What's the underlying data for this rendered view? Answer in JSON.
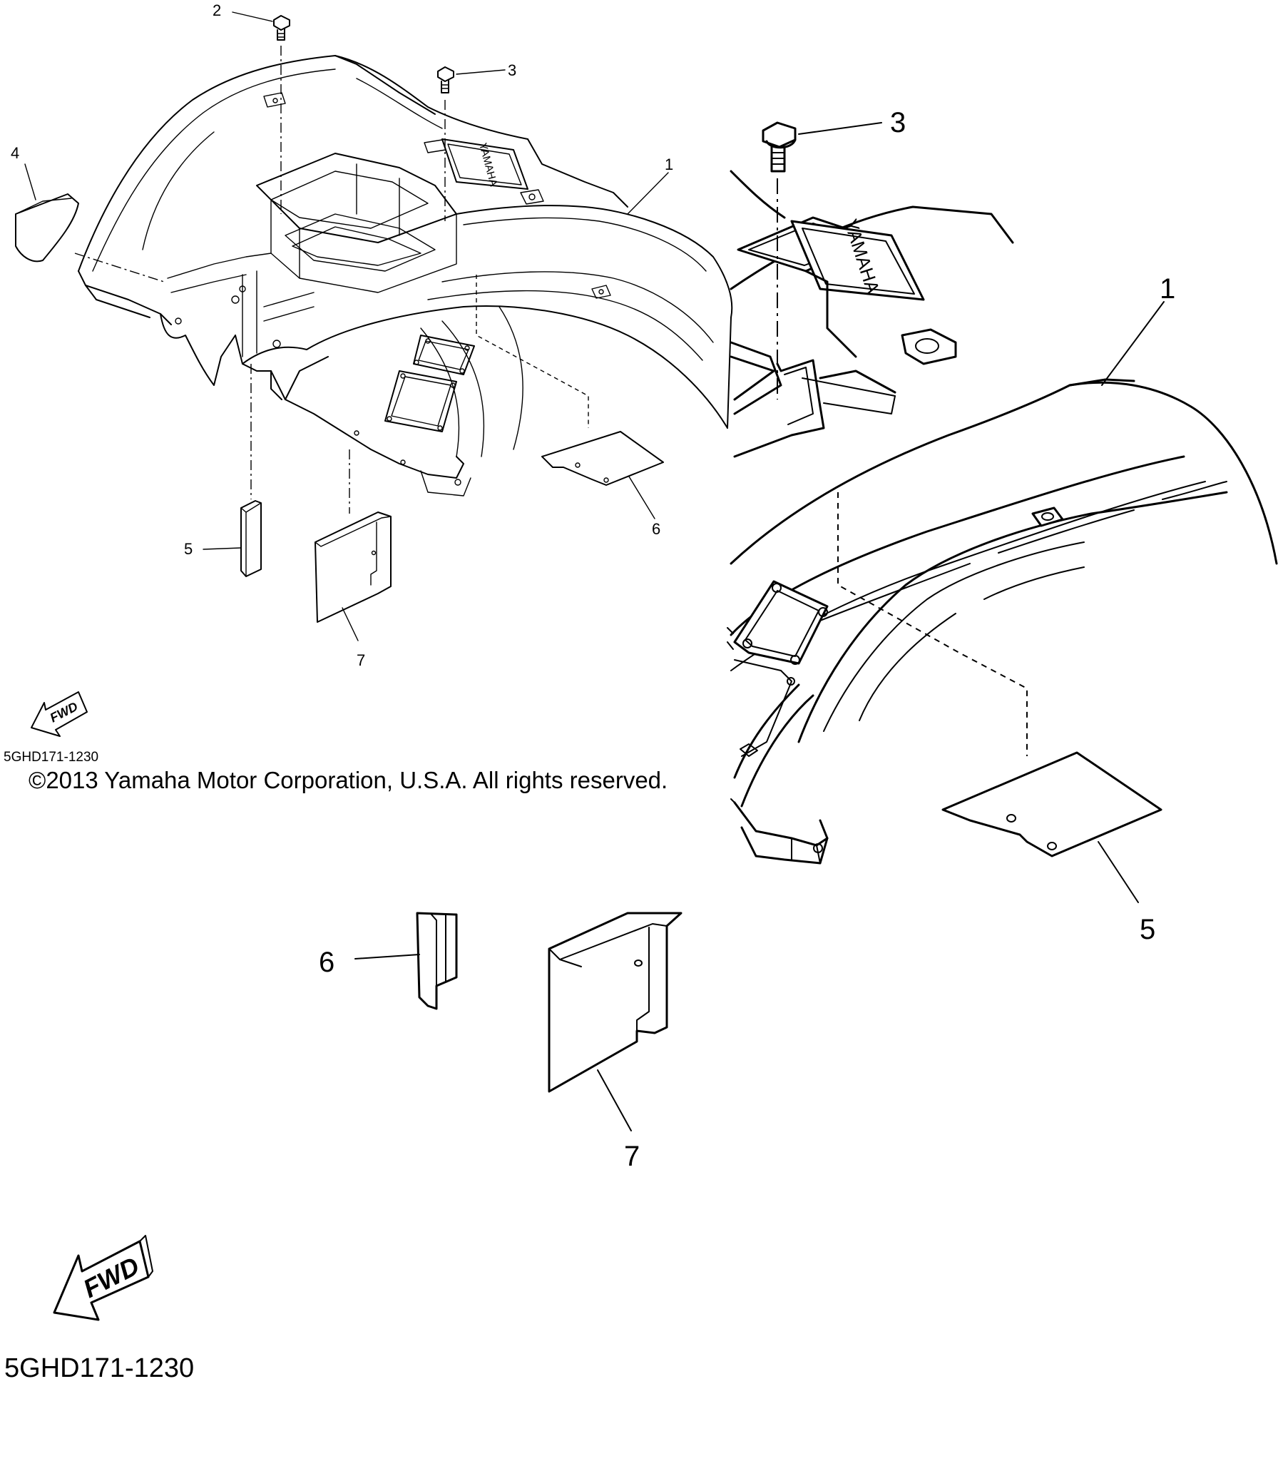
{
  "callouts_small": [
    {
      "id": "1",
      "text": "1"
    },
    {
      "id": "2",
      "text": "2"
    },
    {
      "id": "3",
      "text": "3"
    },
    {
      "id": "4",
      "text": "4"
    },
    {
      "id": "5",
      "text": "5"
    },
    {
      "id": "6",
      "text": "6"
    },
    {
      "id": "7",
      "text": "7"
    }
  ],
  "callouts_large": [
    {
      "id": "1",
      "text": "1"
    },
    {
      "id": "3",
      "text": "3"
    },
    {
      "id": "5",
      "text": "5"
    },
    {
      "id": "6",
      "text": "6"
    },
    {
      "id": "7",
      "text": "7"
    }
  ],
  "fwd_label": "FWD",
  "brand_mark": "YAMAHA",
  "diagram_code": "5GHD171-1230",
  "copyright": "©2013 Yamaha Motor Corporation, U.S.A. All rights reserved."
}
